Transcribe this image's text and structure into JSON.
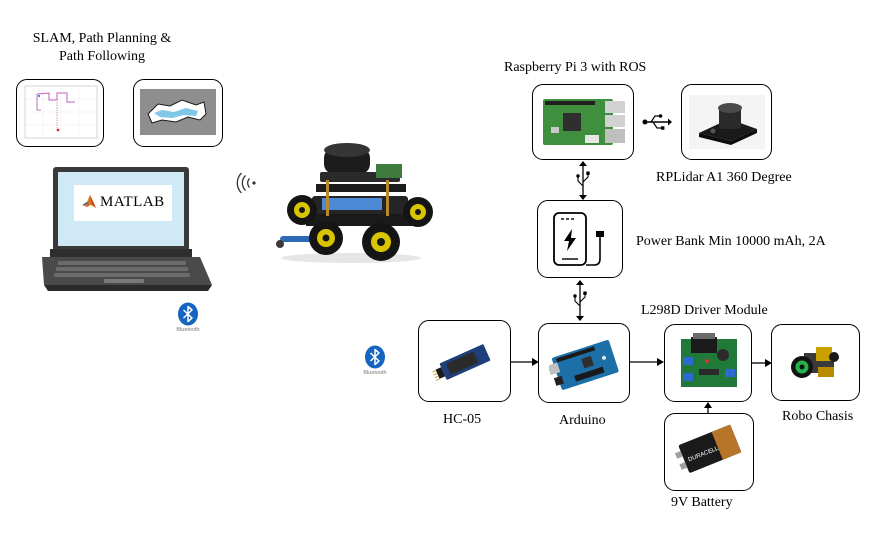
{
  "diagram": {
    "slam_caption": [
      "SLAM, Path Planning &",
      "Path Following"
    ],
    "matlab_label": "MATLAB",
    "bluetooth_label": "Bluetooth",
    "nodes": {
      "raspberry_pi": "Raspberry Pi 3 with ROS",
      "rplidar": "RPLidar A1 360 Degree",
      "power_bank": "Power Bank Min 10000 mAh, 2A",
      "driver": "L298D Driver Module",
      "hc05": "HC-05",
      "arduino": "Arduino",
      "chassis": "Robo Chasis",
      "battery": "9V Battery",
      "battery_brand": "DURACELL"
    }
  }
}
